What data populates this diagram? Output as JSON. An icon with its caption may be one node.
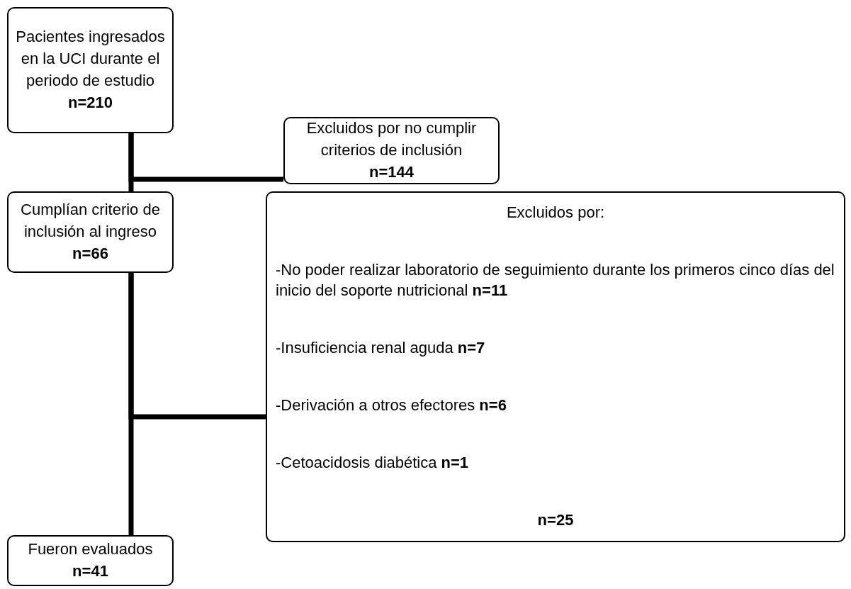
{
  "diagram": {
    "nodes": [
      {
        "text": [
          "Pacientes ingresados en la UCI durante el periodo de estudio",
          "n=210"
        ]
      },
      {
        "text": [
          "Excluidos por no cumplir criterios de inclusión",
          "n=144"
        ]
      },
      {
        "text": [
          "Cumplían criterio de inclusión al ingreso",
          "n=66"
        ]
      },
      {
        "text": [
          "Excluidos por:",
          "-No poder realizar laboratorio de seguimiento durante los primeros cinco días del inicio del soporte nutricional **n=11**",
          "-Insuficiencia renal aguda **n=7**",
          "-Derivación a otros efectores **n=6**",
          "-Cetoacidosis diabética **n=1**",
          "n=25"
        ]
      },
      {
        "text": [
          "Fueron evaluados",
          "n=41"
        ]
      }
    ],
    "edges": [
      {
        "from": 0,
        "to": 2,
        "arrow": "none"
      },
      {
        "from": 0,
        "to": 1,
        "arrow": "none"
      },
      {
        "from": 2,
        "to": 4,
        "arrow": "none"
      },
      {
        "from": 2,
        "to": 3,
        "arrow": "none"
      }
    ]
  }
}
